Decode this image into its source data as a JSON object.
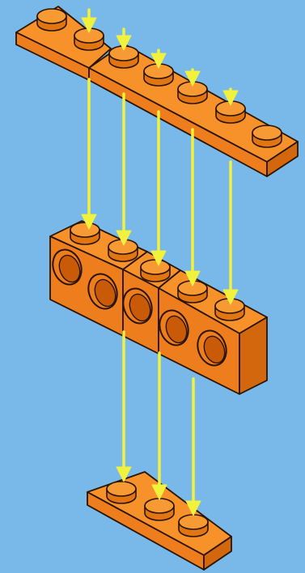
{
  "colors": {
    "background": "#78B9E9",
    "brick_top": "#F7922B",
    "brick_left": "#EE7D1E",
    "brick_right": "#D2670E",
    "stud_top": "#F79A34",
    "stud_side": "#E07512",
    "hole_inner": "#C85A08",
    "outline": "#2A1400",
    "arrow": "#F2F23C"
  },
  "icons": {
    "arrow": "down-arrow-icon",
    "stud": "stud-icon",
    "hole": "axle-hole-icon"
  },
  "parts": [
    {
      "name": "top-plate",
      "type": "plate",
      "studs": 7
    },
    {
      "name": "technic-brick-left",
      "type": "technic-brick",
      "studs": 2
    },
    {
      "name": "technic-brick-middle",
      "type": "technic-brick",
      "studs": 1
    },
    {
      "name": "technic-brick-right",
      "type": "technic-brick",
      "studs": 2
    },
    {
      "name": "bottom-plate",
      "type": "plate",
      "studs": 3
    }
  ]
}
